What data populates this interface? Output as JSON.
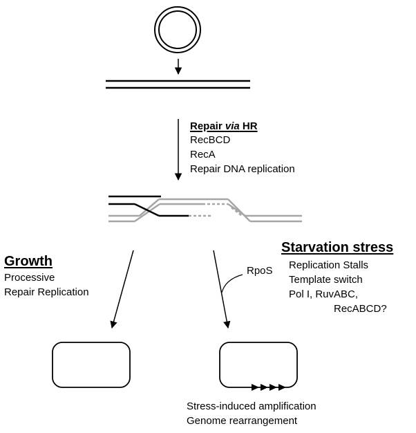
{
  "repair": {
    "heading_prefix": "Repair ",
    "heading_italic": "via",
    "heading_suffix": " HR",
    "lines": [
      "RecBCD",
      "RecA",
      "Repair DNA replication"
    ]
  },
  "growth": {
    "heading": "Growth",
    "lines": [
      "Processive",
      "Repair Replication"
    ]
  },
  "starvation": {
    "heading": "Starvation stress",
    "lines": [
      "Replication Stalls",
      "Template switch",
      "Pol I, RuvABC,",
      "RecABCD?"
    ]
  },
  "rpos_label": "RpoS",
  "outcome": {
    "lines": [
      "Stress-induced amplification",
      "Genome rearrangement"
    ]
  },
  "colors": {
    "black_strand": "#000000",
    "grey_strand": "#a6a6a6"
  }
}
